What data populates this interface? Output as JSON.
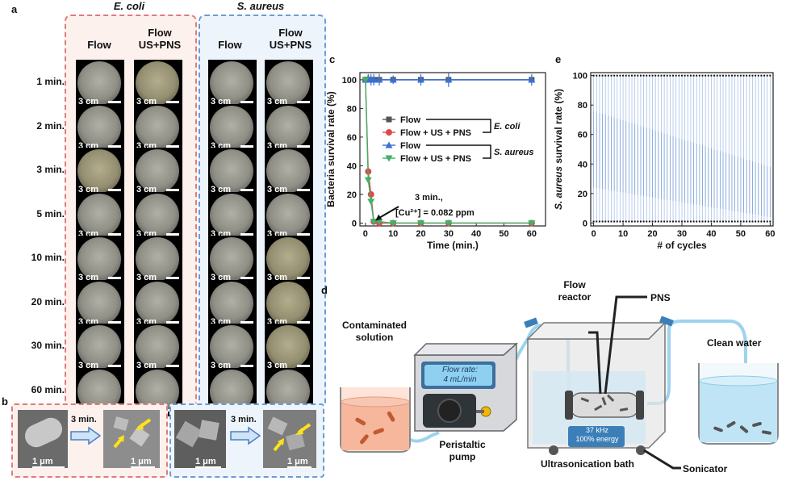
{
  "panels": {
    "a": "a",
    "b": "b",
    "c": "c",
    "d": "d",
    "e": "e"
  },
  "panel_a": {
    "ecoli": "E. coli",
    "saureus": "S. aureus",
    "col_flow": "Flow",
    "col_us_1": "Flow",
    "col_us_2": "US+PNS",
    "rows": [
      "1 min.",
      "2 min.",
      "3 min.",
      "5 min.",
      "10 min.",
      "20 min.",
      "30 min.",
      "60 min."
    ],
    "scale": "3 cm"
  },
  "panel_b": {
    "arrow_label": "3 min.",
    "scale": "1 μm"
  },
  "chart_data": [
    {
      "type": "line",
      "xlabel": "Time (min.)",
      "ylabel": "Bacteria survival rate (%)",
      "xlim": [
        -2,
        65
      ],
      "ylim": [
        -2,
        105
      ],
      "xticks": [
        0,
        10,
        20,
        30,
        40,
        50,
        60
      ],
      "yticks": [
        0,
        20,
        40,
        60,
        80,
        100
      ],
      "series": [
        {
          "name": "Flow",
          "group": "E. coli",
          "color": "#555555",
          "marker": "square",
          "x": [
            0,
            1,
            2,
            3,
            5,
            10,
            20,
            30,
            60
          ],
          "y": [
            100,
            100,
            100,
            100,
            100,
            100,
            100,
            100,
            100
          ]
        },
        {
          "name": "Flow + US + PNS",
          "group": "E. coli",
          "color": "#e04848",
          "marker": "circle",
          "x": [
            0,
            1,
            2,
            3,
            5,
            10,
            20,
            30,
            60
          ],
          "y": [
            100,
            36,
            20,
            1,
            0,
            0,
            0,
            0,
            0
          ]
        },
        {
          "name": "Flow",
          "group": "S. aureus",
          "color": "#3c6fd2",
          "marker": "triangle-up",
          "x": [
            0,
            1,
            2,
            3,
            5,
            10,
            20,
            30,
            60
          ],
          "y": [
            100,
            101,
            100,
            100,
            100,
            100,
            100,
            100,
            100
          ],
          "err": [
            0,
            3,
            4,
            4,
            4,
            3,
            4,
            5,
            4
          ]
        },
        {
          "name": "Flow + US + PNS",
          "group": "S. aureus",
          "color": "#3fb26a",
          "marker": "triangle-down",
          "x": [
            0,
            1,
            2,
            3,
            5,
            10,
            20,
            30,
            60
          ],
          "y": [
            100,
            30,
            15,
            1,
            1,
            0,
            0,
            0,
            0
          ]
        }
      ],
      "annotation_1": "3 min.,",
      "annotation_2": "[Cu²⁺] = 0.082 ppm",
      "legend_group_1": "E. coli",
      "legend_group_2": "S. aureus"
    },
    {
      "type": "line",
      "xlabel": "# of cycles",
      "ylabel": "S. aureus survival rate (%)",
      "xlim": [
        -1,
        61
      ],
      "ylim": [
        -2,
        102
      ],
      "xticks": [
        0,
        10,
        20,
        30,
        40,
        50,
        60
      ],
      "yticks": [
        0,
        20,
        40,
        60,
        80,
        100
      ],
      "series": [
        {
          "name": "upper",
          "y": 100
        },
        {
          "name": "lower",
          "y": 1
        }
      ]
    }
  ],
  "panel_d": {
    "contaminated_1": "Contaminated",
    "contaminated_2": "solution",
    "flow_rate_1": "Flow rate:",
    "flow_rate_2": "4 mL/min",
    "peristaltic_1": "Peristaltic",
    "peristaltic_2": "pump",
    "flow_reactor_1": "Flow",
    "flow_reactor_2": "reactor",
    "pns": "PNS",
    "bath_1": "37 kHz",
    "bath_2": "100% energy",
    "ultrasonication": "Ultrasonication bath",
    "clean_water": "Clean water",
    "sonicator": "Sonicator"
  }
}
